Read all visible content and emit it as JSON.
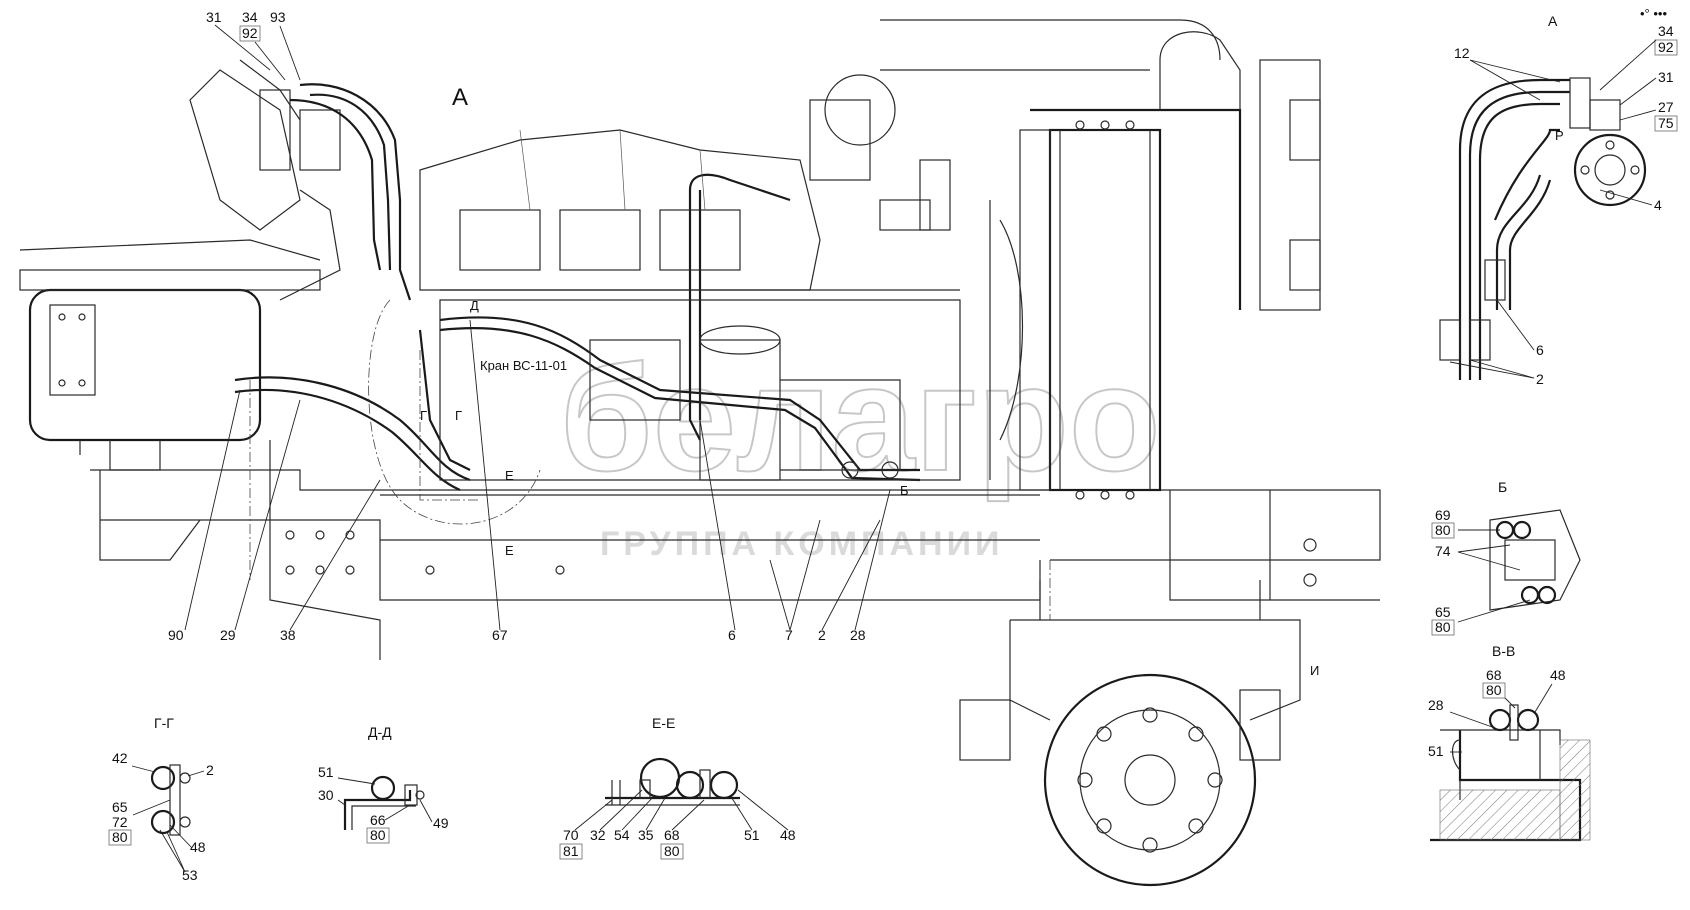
{
  "watermark": {
    "logo": "белагро",
    "subtitle": "ГРУППА КОМПАНИИ"
  },
  "top_right_mark": "•°  •••",
  "main_view": {
    "view_marker": "А",
    "valve_label": "Кран ВС-11-01",
    "section_letters": [
      "Г",
      "Г",
      "Д",
      "Е",
      "Е",
      "Б",
      "И"
    ],
    "callouts": {
      "c31": "31",
      "c34": "34",
      "c92": "92",
      "c93": "93",
      "c90": "90",
      "c29": "29",
      "c38": "38",
      "c67": "67",
      "c6": "6",
      "c7": "7",
      "c2": "2",
      "c28": "28"
    }
  },
  "view_a": {
    "title": "А",
    "callouts": {
      "c12": "12",
      "c34": "34",
      "c92": "92",
      "c31": "31",
      "c27": "27",
      "c75": "75",
      "c4": "4",
      "c6": "6",
      "c2": "2",
      "p": "P"
    }
  },
  "view_b": {
    "title": "Б",
    "callouts": {
      "c69": "69",
      "c80a": "80",
      "c74": "74",
      "c65": "65",
      "c80b": "80"
    }
  },
  "view_vv": {
    "title": "В-В",
    "callouts": {
      "c68": "68",
      "c80": "80",
      "c48": "48",
      "c28": "28",
      "c51": "51"
    }
  },
  "view_gg": {
    "title": "Г-Г",
    "callouts": {
      "c42": "42",
      "c2": "2",
      "c65": "65",
      "c72": "72",
      "c80": "80",
      "c48": "48",
      "c53": "53"
    }
  },
  "view_dd": {
    "title": "Д-Д",
    "callouts": {
      "c51": "51",
      "c30": "30",
      "c66": "66",
      "c80": "80",
      "c49": "49"
    }
  },
  "view_ee": {
    "title": "Е-Е",
    "callouts": {
      "c70": "70",
      "c81": "81",
      "c32": "32",
      "c54": "54",
      "c35": "35",
      "c68": "68",
      "c80": "80",
      "c51": "51",
      "c48": "48"
    }
  }
}
